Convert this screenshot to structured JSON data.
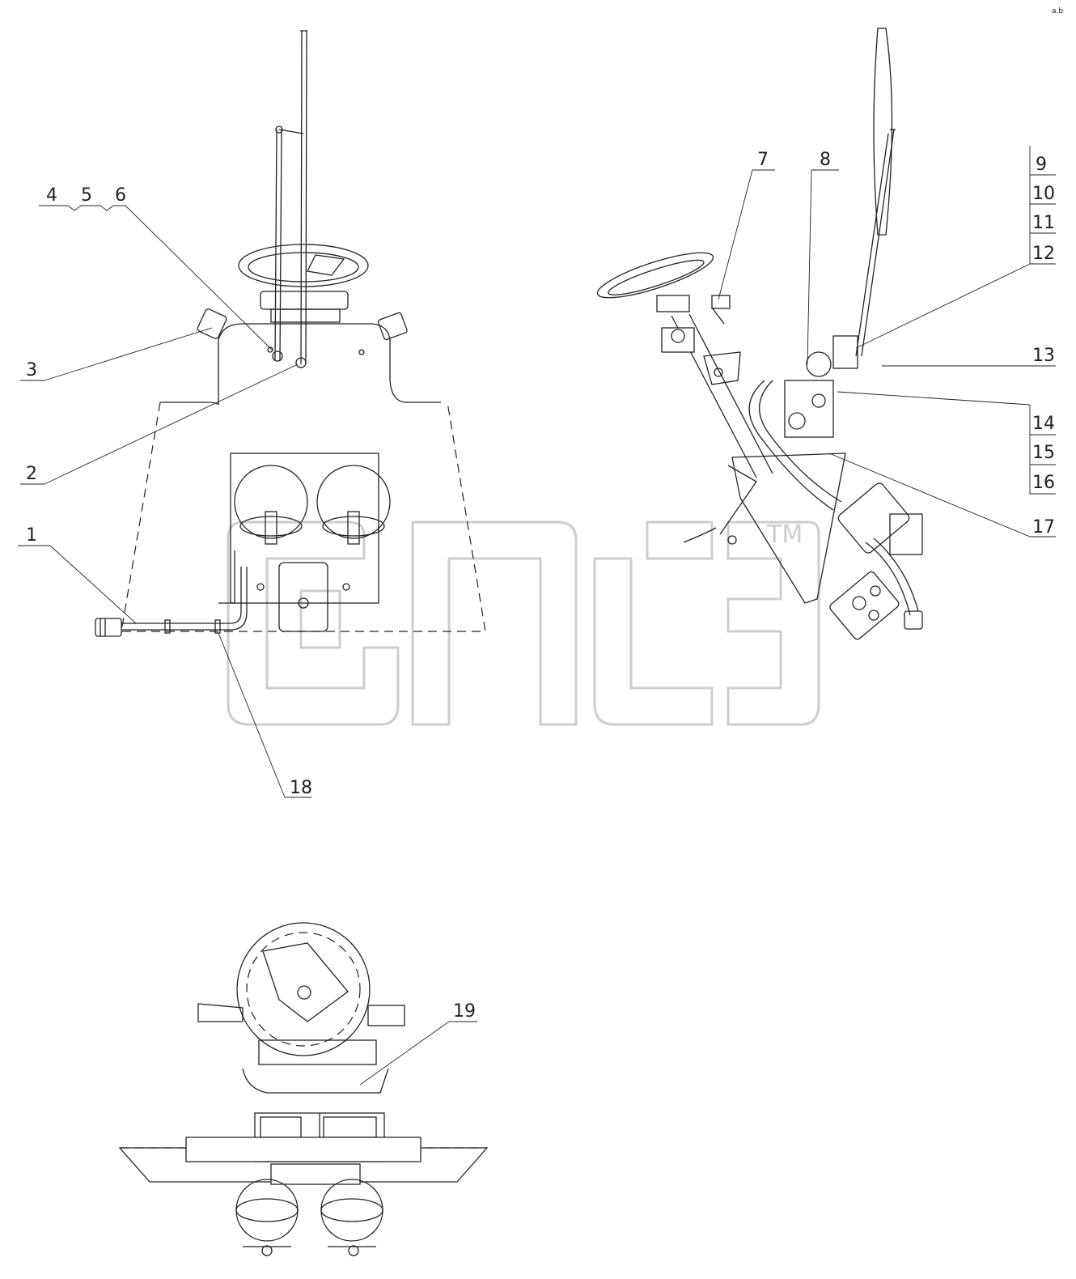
{
  "callouts": {
    "c1": "1",
    "c2": "2",
    "c3": "3",
    "c4": "4",
    "c5": "5",
    "c6": "6",
    "c7": "7",
    "c8": "8",
    "c9": "9",
    "c10": "10",
    "c11": "11",
    "c12": "12",
    "c13": "13",
    "c14": "14",
    "c15": "15",
    "c16": "16",
    "c17": "17",
    "c18": "18",
    "c19": "19"
  },
  "watermark": "ТМ",
  "corner_mark": "a.b"
}
